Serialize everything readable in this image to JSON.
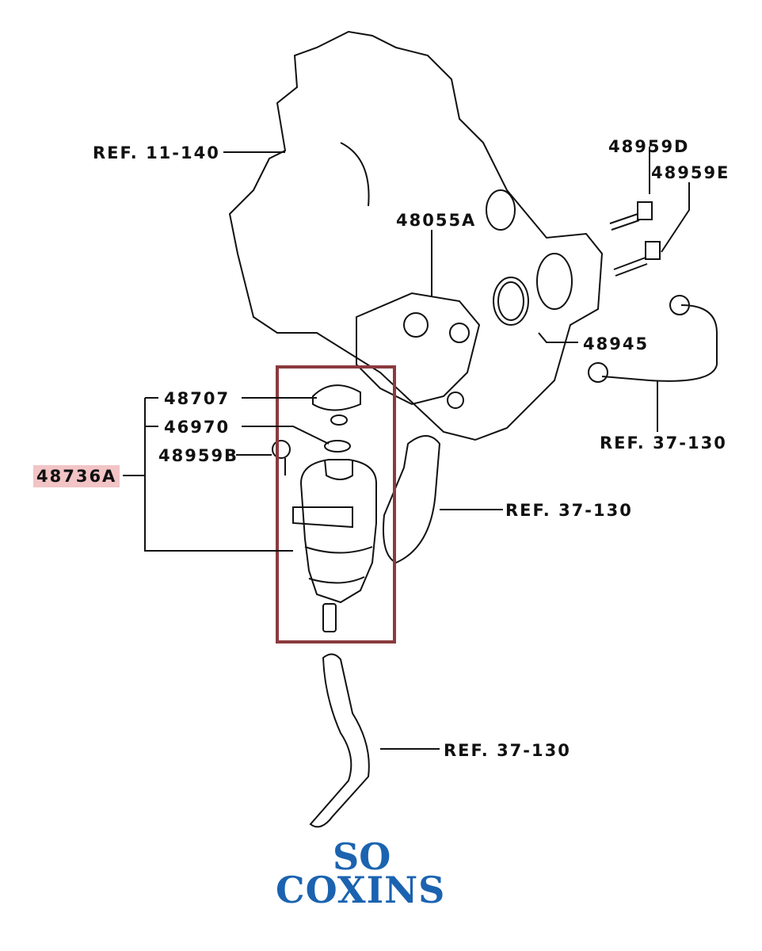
{
  "labels": {
    "ref_11_140": "REF. 11-140",
    "p48959D": "48959D",
    "p48959E": "48959E",
    "p48055A": "48055A",
    "p48945": "48945",
    "ref_37_130_a": "REF. 37-130",
    "p48707": "48707",
    "p46970": "46970",
    "p48959B": "48959B",
    "p48736A": "48736A",
    "ref_37_130_b": "REF. 37-130",
    "ref_37_130_c": "REF. 37-130"
  },
  "logo": {
    "line1": "SO",
    "line2": "COXINS"
  },
  "colors": {
    "highlight_box": "#8b3a3e",
    "highlight_label": "#f2c4c6",
    "logo": "#1b63b0"
  }
}
